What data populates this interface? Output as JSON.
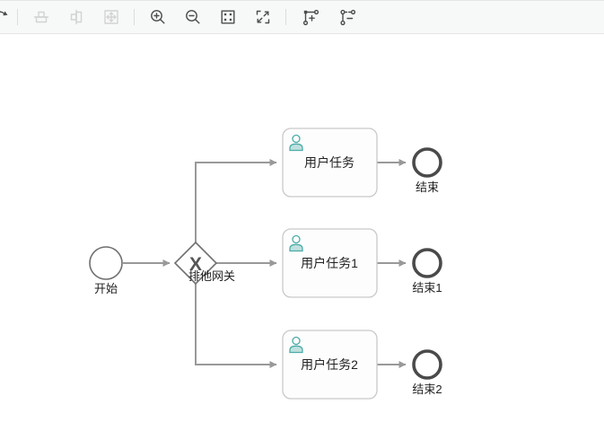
{
  "toolbar": {
    "icons": [
      {
        "name": "redo-icon",
        "enabled": true
      },
      {
        "name": "align-middle-icon",
        "enabled": false
      },
      {
        "name": "align-center-icon",
        "enabled": false
      },
      {
        "name": "resize-fit-icon",
        "enabled": false
      },
      {
        "name": "zoom-in-icon",
        "enabled": true
      },
      {
        "name": "zoom-out-icon",
        "enabled": true
      },
      {
        "name": "fit-viewport-icon",
        "enabled": true
      },
      {
        "name": "fullscreen-icon",
        "enabled": true
      },
      {
        "name": "add-waypoint-icon",
        "enabled": true
      },
      {
        "name": "remove-waypoint-icon",
        "enabled": true
      }
    ]
  },
  "diagram": {
    "nodes": {
      "start": {
        "type": "start-event",
        "label": "开始"
      },
      "gateway": {
        "type": "exclusive-gateway",
        "label": "排他网关",
        "marker": "X"
      },
      "task1": {
        "type": "user-task",
        "label": "用户任务"
      },
      "task2": {
        "type": "user-task",
        "label": "用户任务1"
      },
      "task3": {
        "type": "user-task",
        "label": "用户任务2"
      },
      "end1": {
        "type": "end-event",
        "label": "结束"
      },
      "end2": {
        "type": "end-event",
        "label": "结束1"
      },
      "end3": {
        "type": "end-event",
        "label": "结束2"
      }
    },
    "flows": [
      {
        "from": "start",
        "to": "gateway"
      },
      {
        "from": "gateway",
        "to": "task1"
      },
      {
        "from": "gateway",
        "to": "task2"
      },
      {
        "from": "gateway",
        "to": "task3"
      },
      {
        "from": "task1",
        "to": "end1"
      },
      {
        "from": "task2",
        "to": "end2"
      },
      {
        "from": "task3",
        "to": "end3"
      }
    ]
  },
  "colors": {
    "toolbar_background": "#f7f8f8",
    "toolbar_border": "#e5e5e5",
    "icon_enabled": "#4c4c4c",
    "icon_disabled": "#d3d3d3",
    "connector": "#999999",
    "start_event_stroke": "#707070",
    "end_event_stroke": "#4a4a4a",
    "task_border": "#c9c9c9",
    "user_icon_teal": "#4aaca8"
  }
}
